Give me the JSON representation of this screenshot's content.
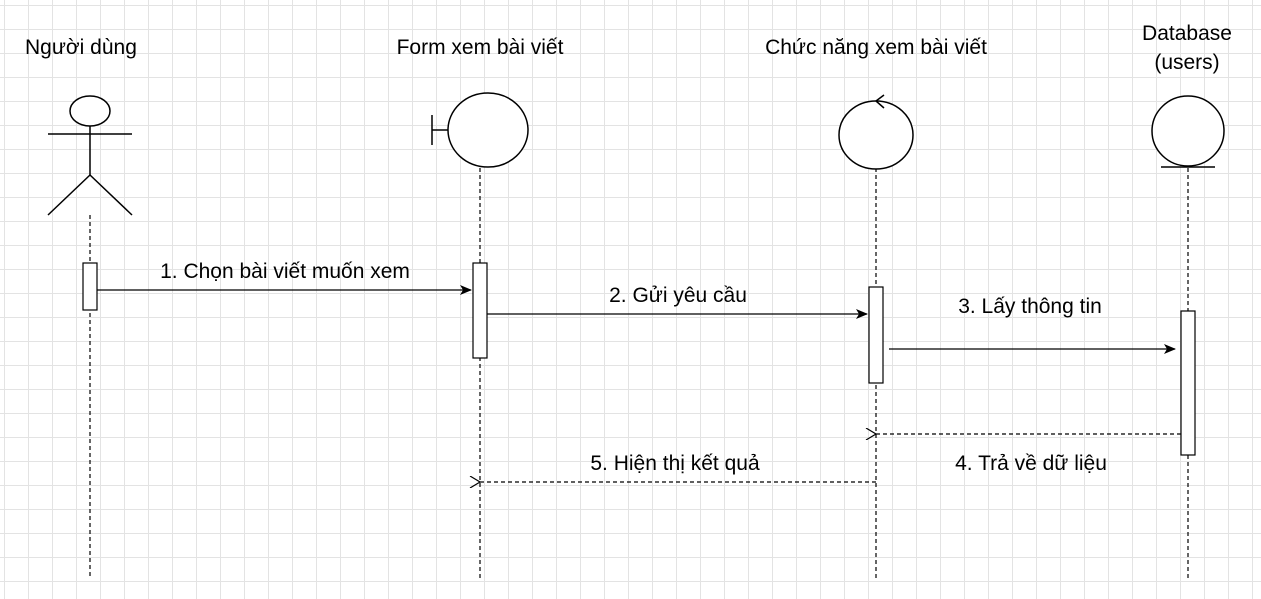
{
  "participants": {
    "user": {
      "label": "Người dùng"
    },
    "form": {
      "label": "Form xem bài viết"
    },
    "function": {
      "label": "Chức năng xem bài viết"
    },
    "database": {
      "label_line1": "Database",
      "label_line2": "(users)"
    }
  },
  "messages": {
    "m1": {
      "label": "1. Chọn bài viết muốn xem"
    },
    "m2": {
      "label": "2. Gửi yêu cầu"
    },
    "m3": {
      "label": "3. Lấy thông tin"
    },
    "m4": {
      "label": "4. Trả về dữ liệu"
    },
    "m5": {
      "label": "5. Hiện thị kết quả"
    }
  },
  "colors": {
    "stroke": "#000000",
    "grid": "#e3e3e3",
    "background": "#ffffff"
  }
}
